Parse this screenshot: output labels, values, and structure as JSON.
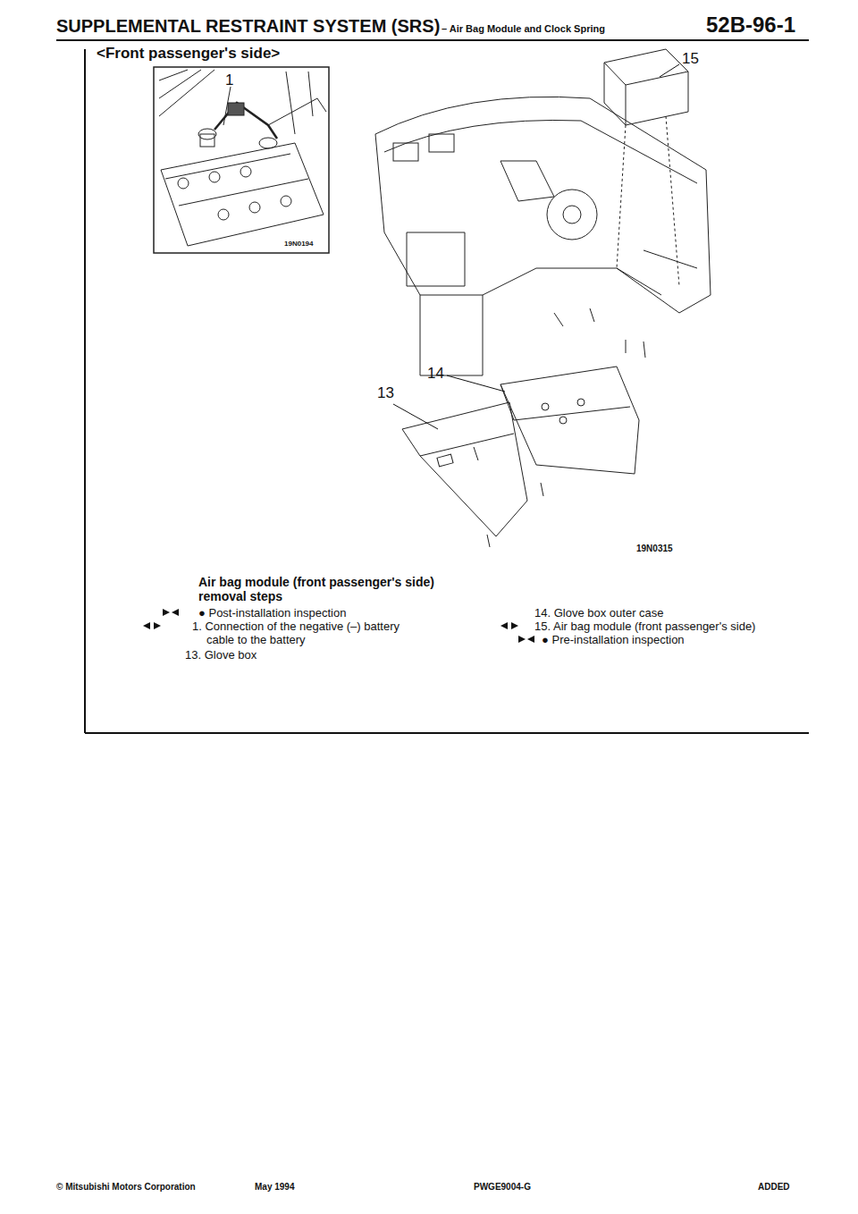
{
  "diagram": {
    "title": "SUPPLEMENTAL RESTRAINT SYSTEM (SRS)",
    "labels": [
      "– Air Bag Module and Clock Spring",
      "52B-96-1",
      "<Front passenger's side>",
      "1",
      "19N0194",
      "15",
      "14",
      "13",
      "19N0315",
      "Air bag module (front passenger's side) removal steps",
      "● Post-installation inspection",
      "1. Connection of the negative (–) battery cable to the battery",
      "13. Glove box",
      "14. Glove box outer case",
      "15. Air bag module (front passenger's side)",
      "● Pre-installation inspection",
      "© Mitsubishi Motors Corporation",
      "May 1994",
      "PWGE9004-G",
      "ADDED"
    ]
  }
}
